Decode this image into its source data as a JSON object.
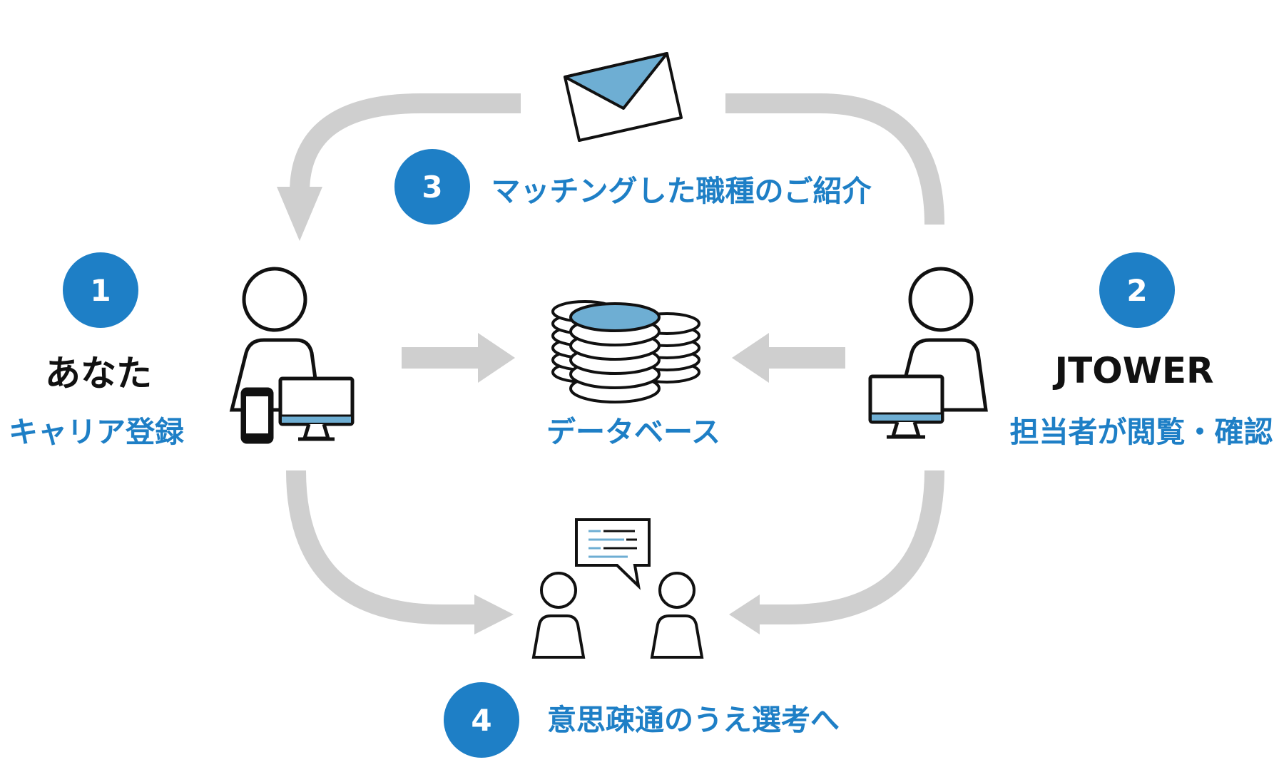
{
  "colors": {
    "accent_blue": "#1e7fc6",
    "icon_fill_blue": "#6eaed3",
    "arrow_gray": "#cfcfcf",
    "outline": "#111111"
  },
  "steps": [
    {
      "number": "1",
      "title": "あなた",
      "caption": "キャリア登録"
    },
    {
      "number": "2",
      "title": "JTOWER",
      "caption": "担当者が閲覧・確認"
    },
    {
      "number": "3",
      "caption": "マッチングした職種のご紹介"
    },
    {
      "number": "4",
      "caption": "意思疎通のうえ選考へ"
    }
  ],
  "database": {
    "label": "データベース"
  },
  "icons": [
    "person-with-devices-icon",
    "person-with-computer-icon",
    "database-icon",
    "envelope-icon",
    "conversation-icon",
    "arrow-icon"
  ]
}
